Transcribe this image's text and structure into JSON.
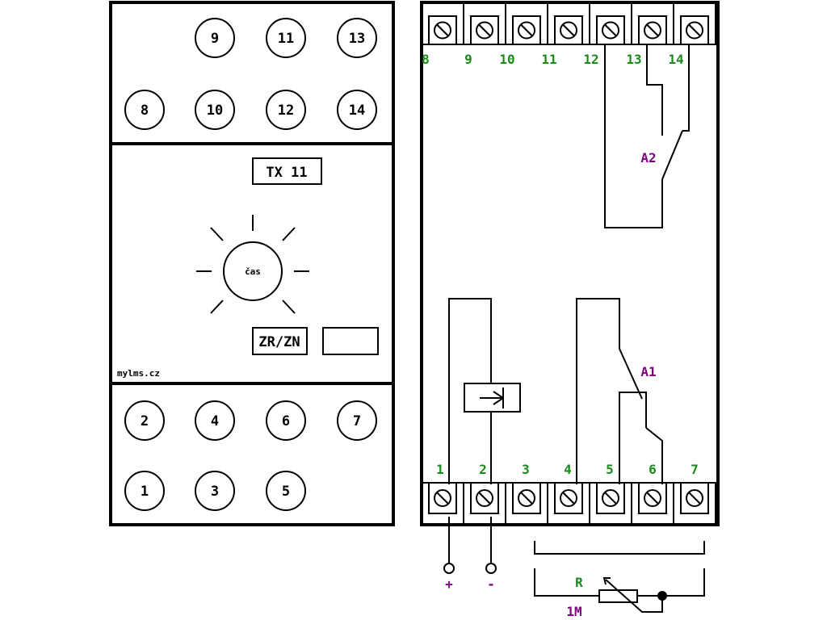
{
  "front": {
    "top_terminals": [
      {
        "id": "t9",
        "label": "9"
      },
      {
        "id": "t11",
        "label": "11"
      },
      {
        "id": "t13",
        "label": "13"
      },
      {
        "id": "t8",
        "label": "8"
      },
      {
        "id": "t10",
        "label": "10"
      },
      {
        "id": "t12",
        "label": "12"
      },
      {
        "id": "t14",
        "label": "14"
      }
    ],
    "model_label": "TX 11",
    "dial_label": "čas",
    "mode_label": "ZR/ZN",
    "watermark": "mylms.cz",
    "bottom_terminals": [
      {
        "id": "t2",
        "label": "2"
      },
      {
        "id": "t4",
        "label": "4"
      },
      {
        "id": "t6",
        "label": "6"
      },
      {
        "id": "t7",
        "label": "7"
      },
      {
        "id": "t1",
        "label": "1"
      },
      {
        "id": "t3",
        "label": "3"
      },
      {
        "id": "t5",
        "label": "5"
      }
    ]
  },
  "schematic": {
    "top_numbers": [
      "8",
      "9",
      "10",
      "11",
      "12",
      "13",
      "14"
    ],
    "bottom_numbers": [
      "1",
      "2",
      "3",
      "4",
      "5",
      "6",
      "7"
    ],
    "contact_a2": "A2",
    "contact_a1": "A1",
    "plus_label": "+",
    "minus_label": "-",
    "resistor_label": "R",
    "resistor_value": "1M"
  },
  "colors": {
    "terminal_numbers": "#1a8a1a",
    "contacts_and_supply": "#800080",
    "lines": "#000000"
  }
}
